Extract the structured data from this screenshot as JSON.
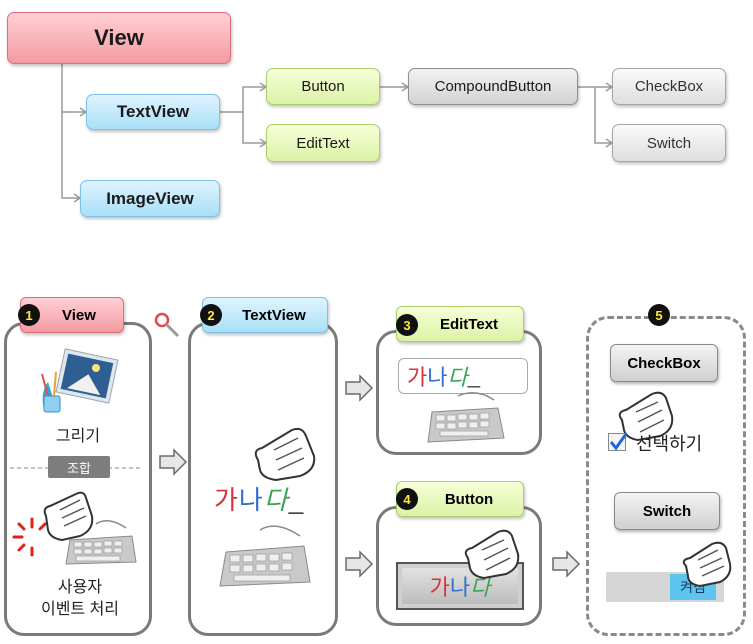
{
  "hierarchy": {
    "view": "View",
    "textview": "TextView",
    "imageview": "ImageView",
    "button": "Button",
    "edittext": "EditText",
    "compoundbutton": "CompoundButton",
    "checkbox": "CheckBox",
    "switch": "Switch"
  },
  "panels": {
    "p1": {
      "num": "1",
      "title": "View",
      "draw": "그리기",
      "combine": "조합",
      "event_line1": "사용자",
      "event_line2": "이벤트 처리"
    },
    "p2": {
      "num": "2",
      "title": "TextView",
      "sample": [
        "가",
        "나",
        "다",
        "_"
      ]
    },
    "p3": {
      "num": "3",
      "title": "EditText",
      "sample": [
        "가",
        "나",
        "다",
        "_"
      ]
    },
    "p4": {
      "num": "4",
      "title": "Button",
      "sample": [
        "가",
        "나",
        "다"
      ]
    },
    "p5": {
      "num": "5",
      "checkbox": "CheckBox",
      "check_label": "선택하기",
      "switch": "Switch",
      "switch_on": "켜짐"
    }
  },
  "colors": {
    "view": "#f49aa2",
    "textview": "#a9dff7",
    "green": "#dcf2a6",
    "gray": "#d2d2d2",
    "red_text": "#d8323c",
    "blue_text": "#2f6fd0",
    "green_text": "#3aa457"
  },
  "icons": [
    "painting-icon",
    "hand-pointer-icon",
    "keyboard-icon",
    "magnifier-icon",
    "arrow-right-icon",
    "click-burst-icon",
    "checkbox-icon"
  ]
}
